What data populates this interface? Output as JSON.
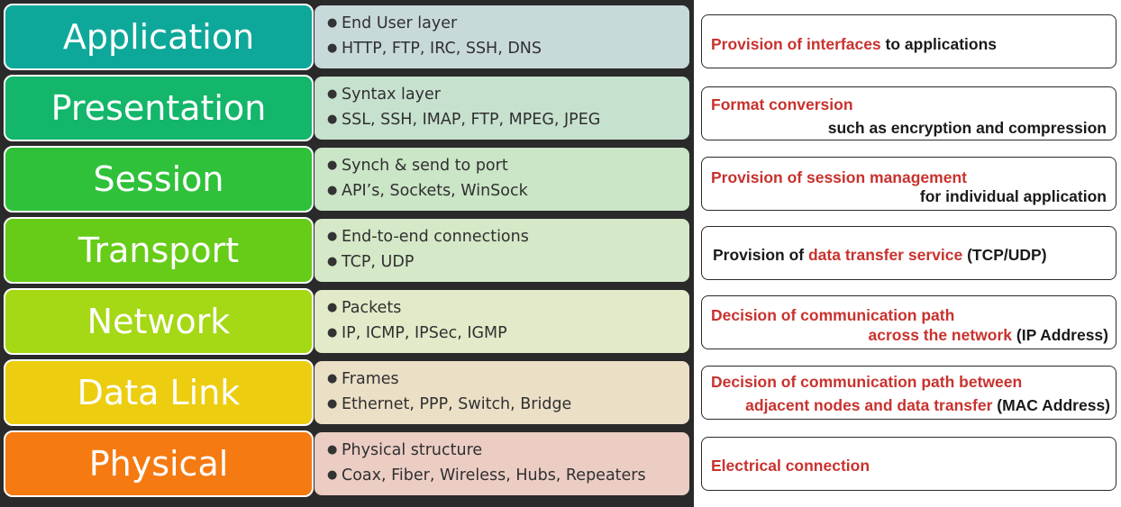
{
  "layers": [
    {
      "name": "Application",
      "color": "#0ea89a",
      "desc_bg": "#c8d9da",
      "items": [
        "End User layer",
        "HTTP, FTP, IRC, SSH, DNS"
      ]
    },
    {
      "name": "Presentation",
      "color": "#13b66a",
      "desc_bg": "#c7e1cf",
      "items": [
        "Syntax layer",
        "SSL, SSH, IMAP, FTP, MPEG, JPEG"
      ]
    },
    {
      "name": "Session",
      "color": "#2fc13a",
      "desc_bg": "#cbe5c7",
      "items": [
        "Synch & send to port",
        "API’s, Sockets, WinSock"
      ]
    },
    {
      "name": "Transport",
      "color": "#66cc18",
      "desc_bg": "#d5e8c7",
      "items": [
        "End-to-end connections",
        "TCP, UDP"
      ]
    },
    {
      "name": "Network",
      "color": "#a5d815",
      "desc_bg": "#e1ebc9",
      "items": [
        "Packets",
        "IP, ICMP, IPSec, IGMP"
      ]
    },
    {
      "name": "Data Link",
      "color": "#eccd10",
      "desc_bg": "#ebdfc6",
      "items": [
        "Frames",
        "Ethernet, PPP, Switch, Bridge"
      ]
    },
    {
      "name": "Physical",
      "color": "#f57a12",
      "desc_bg": "#ebcdc4",
      "items": [
        "Physical structure",
        "Coax, Fiber, Wireless, Hubs, Repeaters"
      ]
    }
  ],
  "functions": [
    {
      "line1_red": "Provision of interfaces",
      "line1_black": " to applications",
      "line2_red": "",
      "line2_black": ""
    },
    {
      "line1_red": "Format conversion",
      "line1_black": "",
      "line2_red": "",
      "line2_black": "such as encryption and compression"
    },
    {
      "line1_red": "Provision of session management",
      "line1_black": "",
      "line2_red": "",
      "line2_black": "for individual application"
    },
    {
      "line1_black_pre": "Provision of ",
      "line1_red": "data transfer service",
      "line1_black": " (TCP/UDP)",
      "line2_red": "",
      "line2_black": ""
    },
    {
      "line1_red": "Decision of communication path",
      "line1_black": "",
      "line2_red": "across the network",
      "line2_black": " (IP Address)"
    },
    {
      "line1_red": "Decision of communication path between",
      "line1_black": "",
      "line2_red": "adjacent nodes and data transfer",
      "line2_black": " (MAC Address)"
    },
    {
      "line1_red": "Electrical connection",
      "line1_black": "",
      "line2_red": "",
      "line2_black": ""
    }
  ]
}
